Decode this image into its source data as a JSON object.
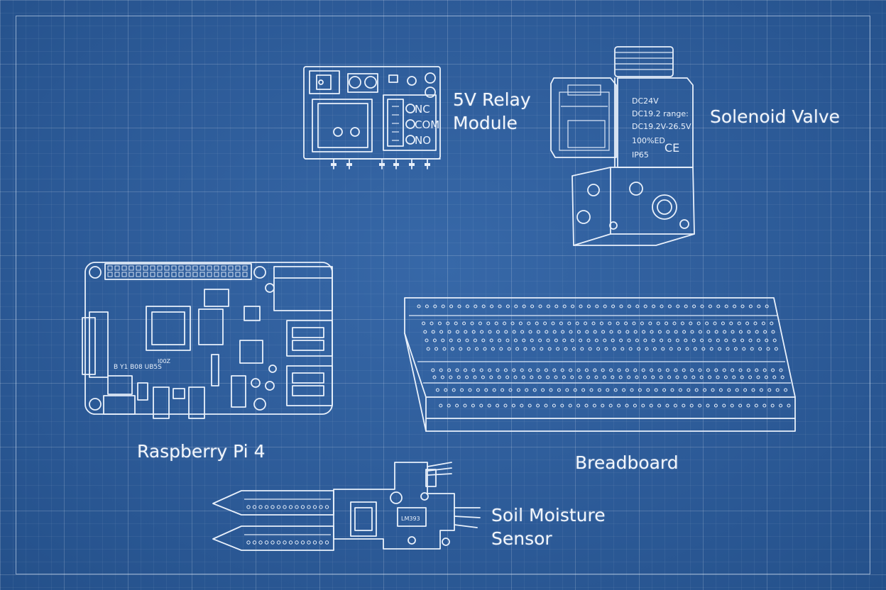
{
  "labels": {
    "relay_line1": "5V Relay",
    "relay_line2": "Module",
    "valve": "Solenoid Valve",
    "pi": "Raspberry Pi 4",
    "breadboard": "Breadboard",
    "sensor_line1": "Soil Moisture",
    "sensor_line2": "Sensor"
  },
  "relay_terminals": [
    "NC",
    "COM",
    "NO"
  ],
  "valve_markings": [
    "DC24V",
    "DC19.2 range:",
    "DC19.2V-26.5V",
    "100%ED",
    "IP65"
  ],
  "colors": {
    "background": "#2f5f9e",
    "line": "#e8f0fb"
  }
}
